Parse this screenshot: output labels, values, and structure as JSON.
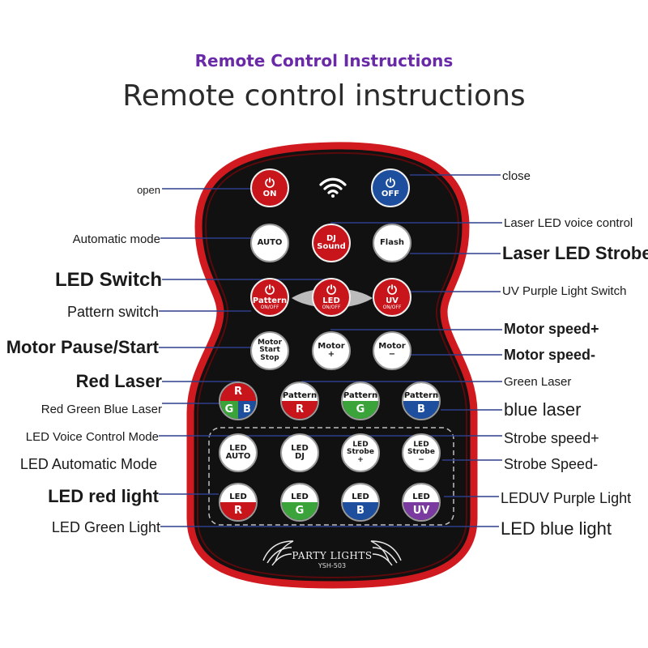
{
  "titles": {
    "top": "Remote Control Instructions",
    "main": "Remote control instructions"
  },
  "colors": {
    "accent_title": "#6a2aa8",
    "remote_body": "#111111",
    "remote_border": "#d01a1f",
    "button_red": "#c8151b",
    "button_blue": "#1d4f9e",
    "button_green": "#3aa43a",
    "button_purple": "#7b3aa0"
  },
  "buttons": {
    "on": {
      "icon": "power-icon",
      "label": "ON"
    },
    "wifi": {
      "icon": "wifi-icon"
    },
    "off": {
      "icon": "power-icon",
      "label": "OFF"
    },
    "auto": {
      "label": "AUTO"
    },
    "dj_sound": {
      "line1": "DJ",
      "line2": "Sound"
    },
    "flash": {
      "label": "Flash"
    },
    "pattern": {
      "icon": "power-icon",
      "label": "Pattern",
      "sub": "ON/OFF"
    },
    "led": {
      "icon": "power-icon",
      "label": "LED",
      "sub": "ON/OFF"
    },
    "uv": {
      "icon": "power-icon",
      "label": "UV",
      "sub": "ON/OFF"
    },
    "motor_start_stop": {
      "line1": "Motor",
      "line2": "Start",
      "line3": "Stop"
    },
    "motor_plus": {
      "line1": "Motor",
      "line2": "+"
    },
    "motor_minus": {
      "line1": "Motor",
      "line2": "−"
    },
    "rgb": {
      "r": "R",
      "g": "G",
      "b": "B"
    },
    "pattern_r": {
      "top": "Pattern",
      "bottom": "R"
    },
    "pattern_g": {
      "top": "Pattern",
      "bottom": "G"
    },
    "pattern_b": {
      "top": "Pattern",
      "bottom": "B"
    },
    "led_auto": {
      "line1": "LED",
      "line2": "AUTO"
    },
    "led_dj": {
      "line1": "LED",
      "line2": "DJ"
    },
    "led_strobe_plus": {
      "line1": "LED",
      "line2": "Strobe",
      "line3": "+"
    },
    "led_strobe_minus": {
      "line1": "LED",
      "line2": "Strobe",
      "line3": "−"
    },
    "led_r": {
      "top": "LED",
      "bottom": "R"
    },
    "led_g": {
      "top": "LED",
      "bottom": "G"
    },
    "led_b": {
      "top": "LED",
      "bottom": "B"
    },
    "led_uv": {
      "top": "LED",
      "bottom": "UV"
    }
  },
  "brand": {
    "name": "PARTY LIGHTS",
    "model": "YSH-503"
  },
  "labels": {
    "open": "open",
    "close": "close",
    "laser_led_voice_control": "Laser LED voice control",
    "automatic_mode": "Automatic mode",
    "laser_led_strobe": "Laser LED Strobe",
    "led_switch": "LED Switch",
    "uv_purple_light_switch": "UV Purple Light Switch",
    "pattern_switch": "Pattern switch",
    "motor_speed_plus": "Motor speed+",
    "motor_pause_start": "Motor Pause/Start",
    "motor_speed_minus": "Motor speed-",
    "red_laser": "Red Laser",
    "green_laser": "Green Laser",
    "red_green_blue_laser": "Red Green Blue Laser",
    "blue_laser": "blue laser",
    "led_voice_control_mode": "LED Voice Control Mode",
    "strobe_speed_plus": "Strobe speed+",
    "led_automatic_mode": "LED Automatic Mode",
    "strobe_speed_minus": "Strobe Speed-",
    "led_red_light": "LED red light",
    "leduv_purple_light": "LEDUV Purple Light",
    "led_green_light": "LED Green Light",
    "led_blue_light": "LED blue light"
  }
}
